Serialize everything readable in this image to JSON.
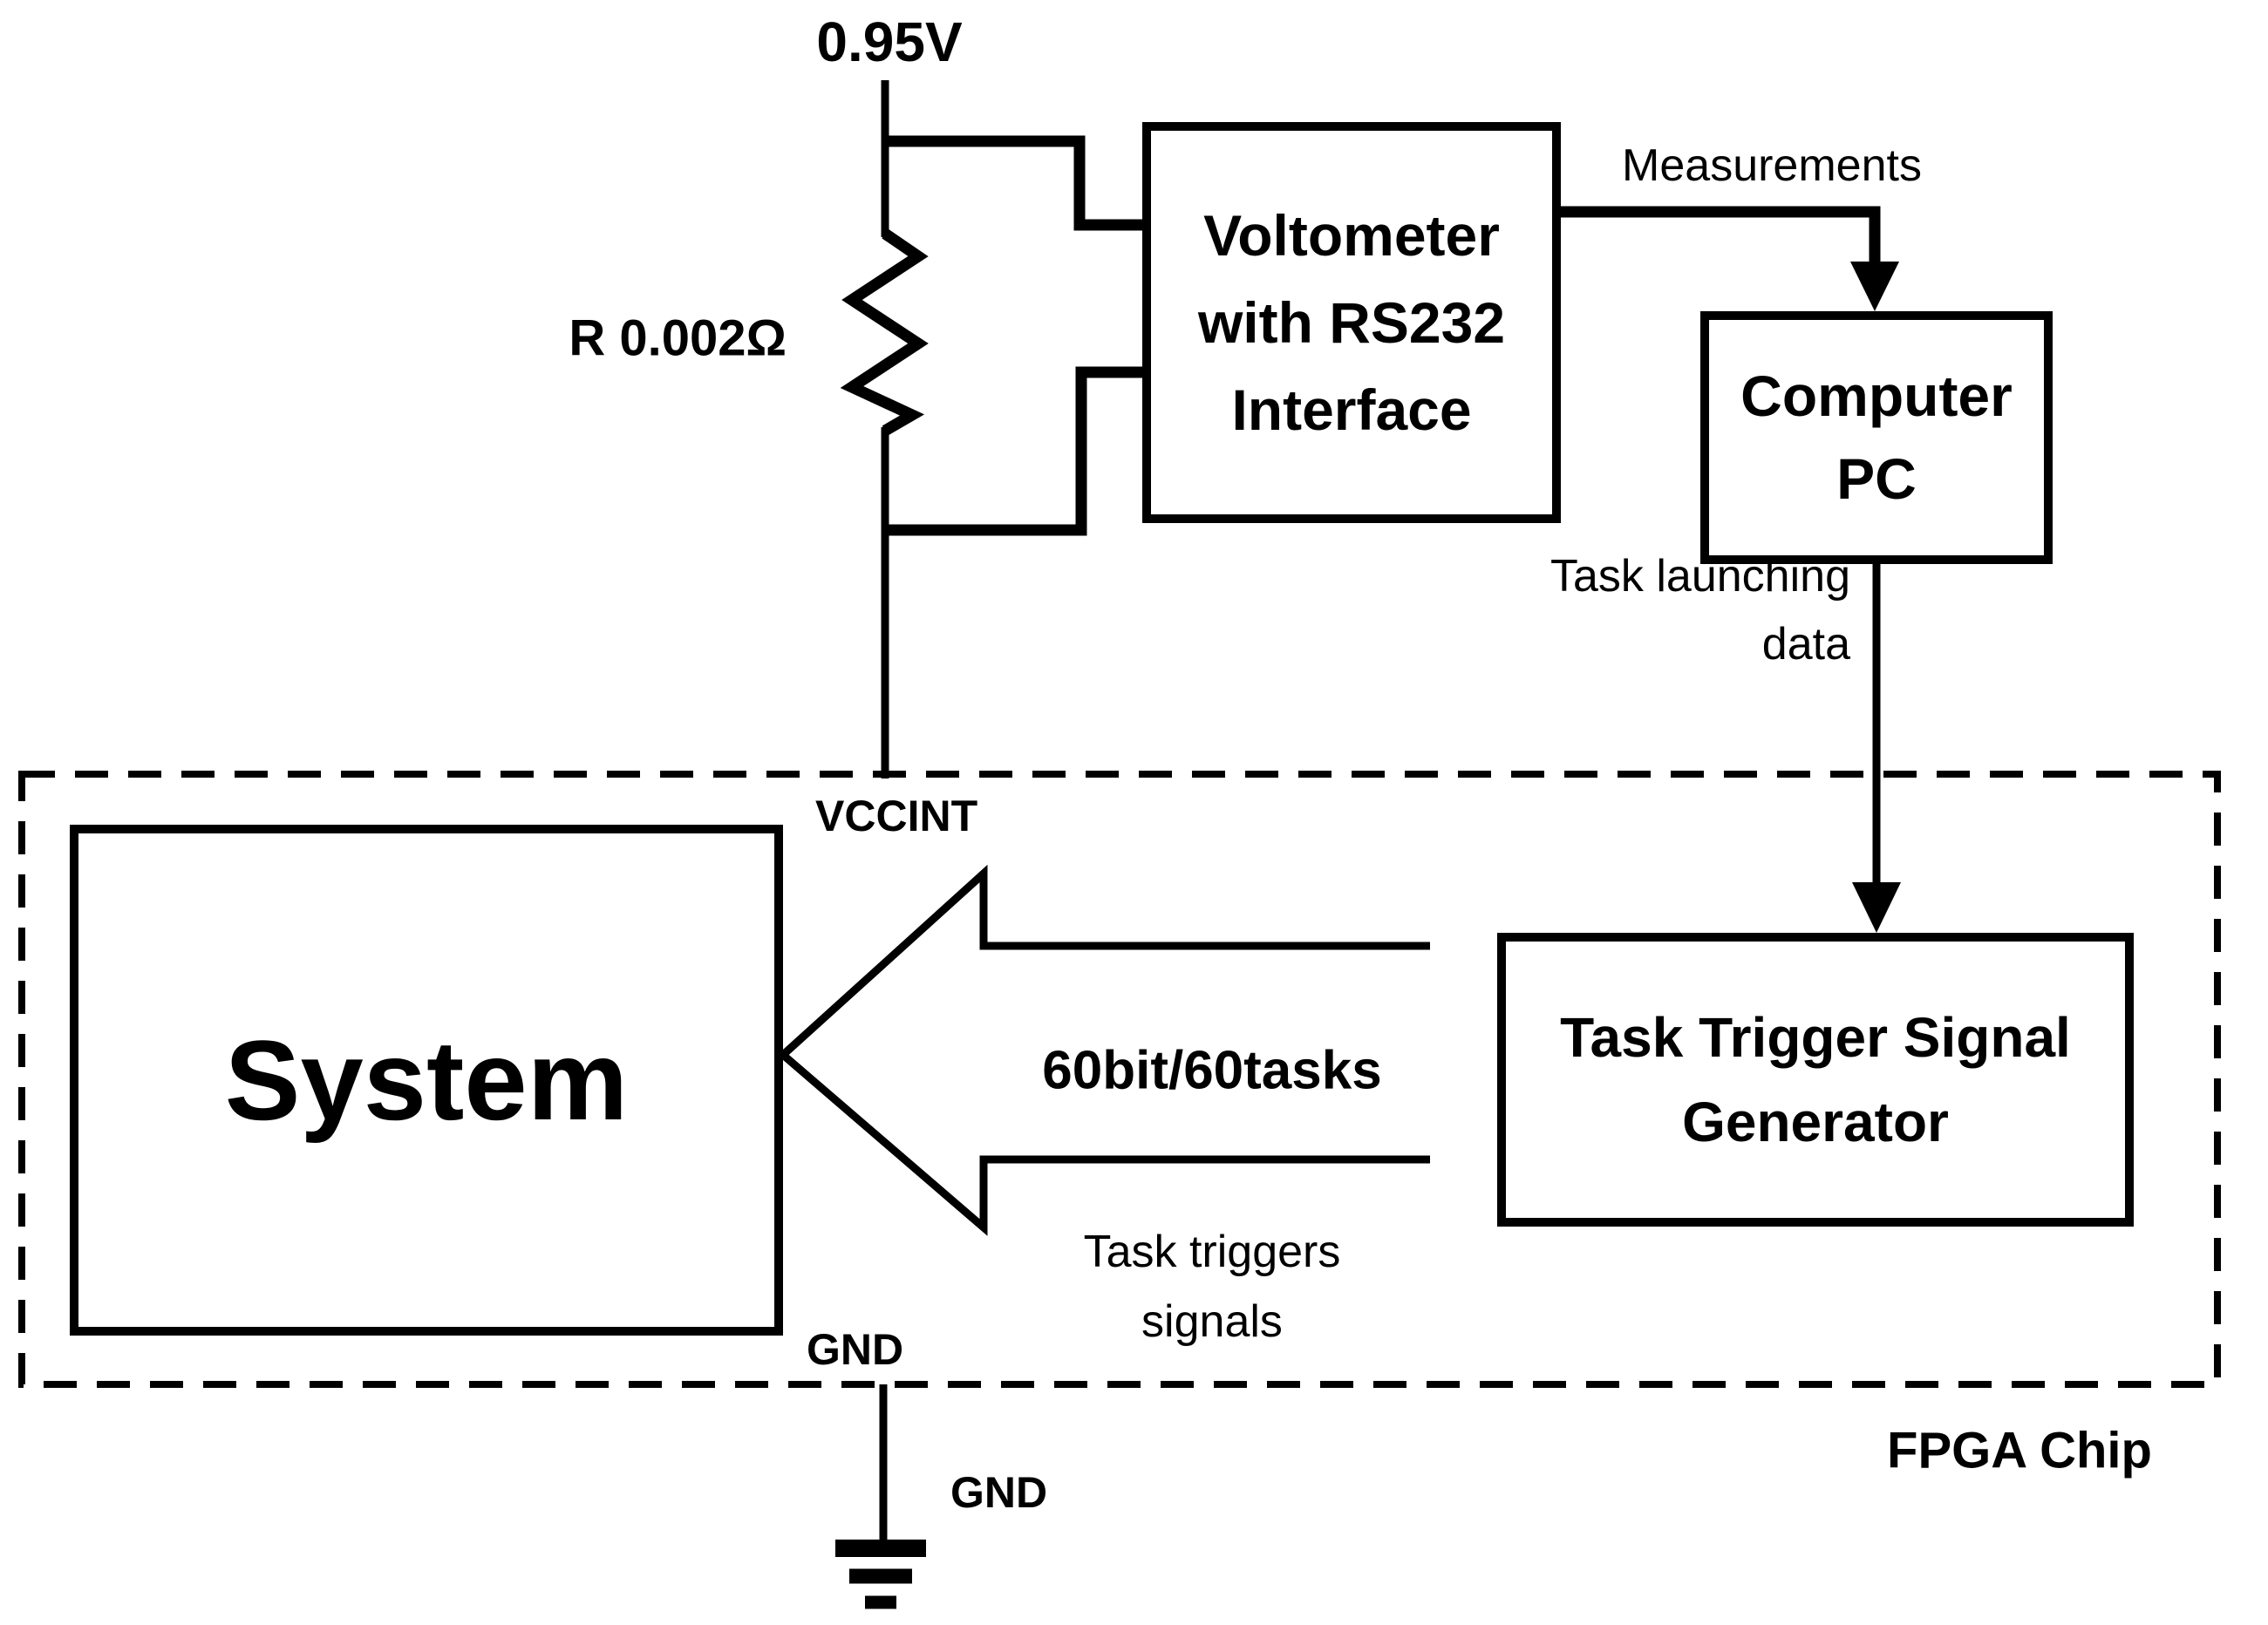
{
  "diagram": {
    "colors": {
      "ink": "#000000",
      "background": "#ffffff"
    },
    "voltage_source": {
      "label": "0.95V"
    },
    "resistor": {
      "label": "R 0.002Ω"
    },
    "voltmeter_box": {
      "line1": "Voltometer",
      "line2": "with RS232",
      "line3": "Interface"
    },
    "measurements": {
      "label": "Measurements"
    },
    "computer_box": {
      "line1": "Computer",
      "line2": "PC"
    },
    "task_launching": {
      "line1": "Task launching",
      "line2": "data"
    },
    "generator_box": {
      "line1": "Task Trigger Signal",
      "line2": "Generator"
    },
    "trigger_bus": {
      "width_label": "60bit/60tasks"
    },
    "task_triggers": {
      "line1": "Task triggers",
      "line2": "signals"
    },
    "system_box": {
      "label": "System"
    },
    "pins": {
      "vccint": "VCCINT",
      "gnd_inner": "GND",
      "gnd_outer": "GND"
    },
    "fpga_chip": {
      "label": "FPGA Chip"
    }
  }
}
